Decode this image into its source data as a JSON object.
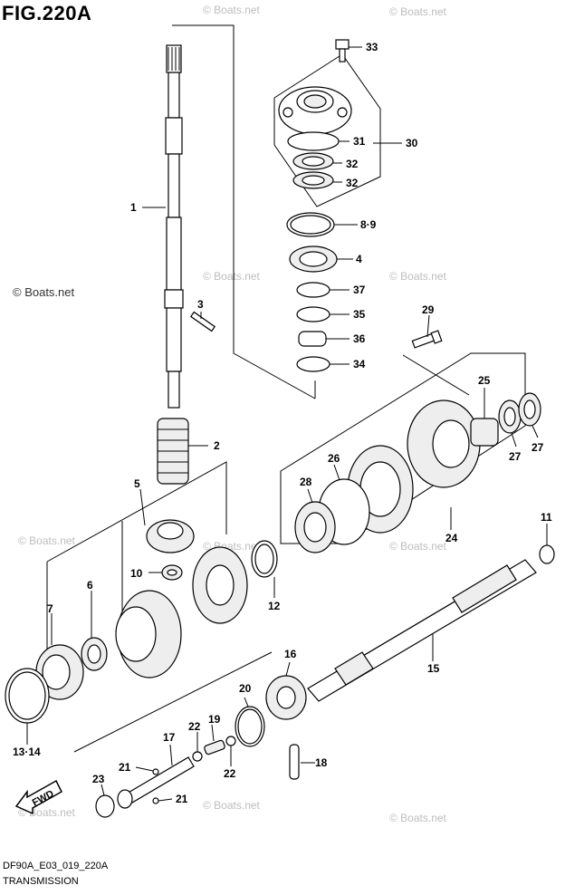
{
  "figure": {
    "title": "FIG.220A",
    "code": "DF90A_E03_019_220A",
    "name": "TRANSMISSION"
  },
  "watermarks": [
    "© Boats.net",
    "© Boats.net",
    "© Boats.net",
    "© Boats.net",
    "© Boats.net",
    "© Boats.net",
    "© Boats.net",
    "© Boats.net",
    "© Boats.net",
    "© Boats.net"
  ],
  "corner_watermark": "© Boats.net",
  "fwd_label": "FWD",
  "callouts": [
    {
      "id": "c1",
      "label": "1"
    },
    {
      "id": "c2",
      "label": "2"
    },
    {
      "id": "c3",
      "label": "3"
    },
    {
      "id": "c4",
      "label": "4"
    },
    {
      "id": "c5",
      "label": "5"
    },
    {
      "id": "c6",
      "label": "6"
    },
    {
      "id": "c7",
      "label": "7"
    },
    {
      "id": "c8-9",
      "label": "8·9"
    },
    {
      "id": "c10",
      "label": "10"
    },
    {
      "id": "c11",
      "label": "11"
    },
    {
      "id": "c12",
      "label": "12"
    },
    {
      "id": "c13-14",
      "label": "13·14"
    },
    {
      "id": "c15",
      "label": "15"
    },
    {
      "id": "c16",
      "label": "16"
    },
    {
      "id": "c17",
      "label": "17"
    },
    {
      "id": "c18",
      "label": "18"
    },
    {
      "id": "c19",
      "label": "19"
    },
    {
      "id": "c20",
      "label": "20"
    },
    {
      "id": "c21a",
      "label": "21"
    },
    {
      "id": "c21b",
      "label": "21"
    },
    {
      "id": "c22a",
      "label": "22"
    },
    {
      "id": "c22b",
      "label": "22"
    },
    {
      "id": "c23",
      "label": "23"
    },
    {
      "id": "c24",
      "label": "24"
    },
    {
      "id": "c25",
      "label": "25"
    },
    {
      "id": "c26",
      "label": "26"
    },
    {
      "id": "c27a",
      "label": "27"
    },
    {
      "id": "c27b",
      "label": "27"
    },
    {
      "id": "c28",
      "label": "28"
    },
    {
      "id": "c29",
      "label": "29"
    },
    {
      "id": "c30",
      "label": "30"
    },
    {
      "id": "c31",
      "label": "31"
    },
    {
      "id": "c32a",
      "label": "32"
    },
    {
      "id": "c32b",
      "label": "32"
    },
    {
      "id": "c33",
      "label": "33"
    },
    {
      "id": "c34",
      "label": "34"
    },
    {
      "id": "c35",
      "label": "35"
    },
    {
      "id": "c36",
      "label": "36"
    },
    {
      "id": "c37",
      "label": "37"
    }
  ]
}
